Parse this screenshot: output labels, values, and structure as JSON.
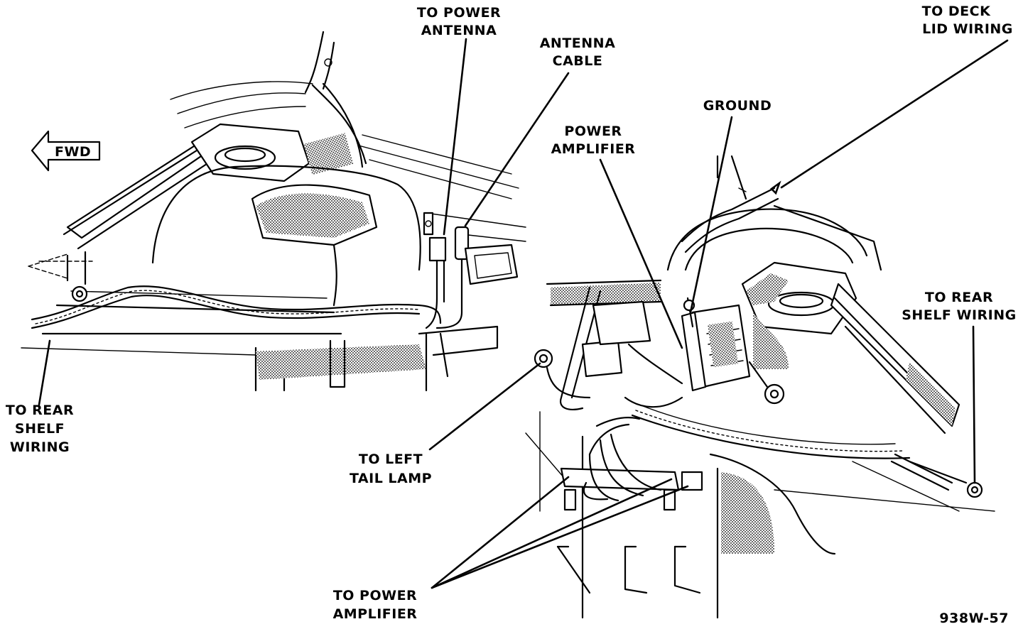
{
  "labels": {
    "to_power_antenna_1": "TO POWER",
    "to_power_antenna_2": "ANTENNA",
    "antenna_cable_1": "ANTENNA",
    "antenna_cable_2": "CABLE",
    "to_deck_lid_1": "TO DECK",
    "to_deck_lid_2": "LID WIRING",
    "ground": "GROUND",
    "power_amplifier_1": "POWER",
    "power_amplifier_2": "AMPLIFIER",
    "fwd": "FWD",
    "to_rear_shelf_right_1": "TO REAR",
    "to_rear_shelf_right_2": "SHELF WIRING",
    "to_rear_shelf_left_1": "TO REAR",
    "to_rear_shelf_left_2": "SHELF",
    "to_rear_shelf_left_3": "WIRING",
    "to_left_tail_lamp_1": "TO LEFT",
    "to_left_tail_lamp_2": "TAIL LAMP",
    "to_power_amplifier_1": "TO POWER",
    "to_power_amplifier_2": "AMPLIFIER",
    "figure_id": "938W-57"
  }
}
